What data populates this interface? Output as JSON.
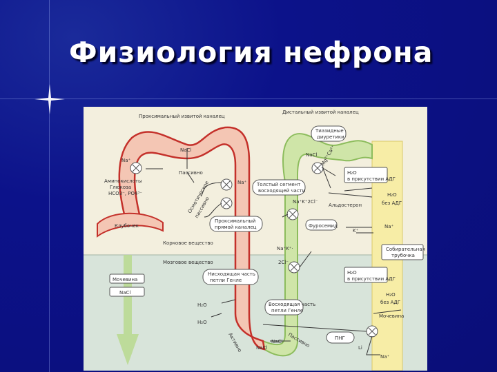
{
  "slide": {
    "title": "Физиология нефрона"
  },
  "diagram": {
    "regions": {
      "cortex": "Корковое вещество",
      "medulla": "Мозговое вещество"
    },
    "headers": {
      "proximal": "Проксимальный извитой каналец",
      "distal": "Дистальный извитой каналец"
    },
    "labels": {
      "glomerulus": "Клубочек",
      "na": "Na⁺",
      "na_right": "Na⁺",
      "aminoacids": "Аминокислоты",
      "glucose": "Глюкоза",
      "hco3": "HCO3⁻, PO4³⁻",
      "nacl_top": "NaCl",
      "passive": "Пассивно",
      "na_prox": "Na⁺",
      "osmotic": "Осмотическое",
      "osmotic2": "пассивно",
      "h2o_desc1": "H₂O",
      "h2o_desc2": "H₂O",
      "actively": "Активно",
      "passively": "Пассивно",
      "nacl_bottom": "NaCl",
      "nacl_loop": "NaCl",
      "na_k_2cl": "Na⁺K⁺2Cl⁻",
      "na_k_2cl_lower": "Na⁺K⁺·",
      "cl_lower": "2Cl⁻",
      "nacl_distal": "NaCl",
      "mg_ca": "Mg²⁺Ca²⁺",
      "aldosterone": "Альдостерон",
      "k": "K⁺",
      "na_duct": "Na⁺",
      "h2o_adh_top": "H₂O",
      "h2o_adh_top2": "в присутствии АДГ",
      "h2o_no_adh": "H₂O",
      "no_adh": "без АДГ",
      "h2o_adh_low": "H₂O",
      "h2o_adh_low2": "в присутствии АДГ",
      "h2o_no_adh_low": "H₂O",
      "no_adh_low": "без АДГ",
      "urea_duct": "Мочевина",
      "na_bottom": "Na⁺",
      "li": "Li"
    },
    "boxes": {
      "thiazides_1": "Тиазидные",
      "thiazides_2": "диуретики",
      "thick_1": "Толстый сегмент",
      "thick_2": "восходящей части",
      "straight_1": "Проксимальный",
      "straight_2": "прямой каналец",
      "furosemide": "Фуросемид",
      "collecting_1": "Собирательная",
      "collecting_2": "трубочка",
      "descending_1": "Нисходящая часть",
      "descending_2": "петли Генле",
      "ascending_1": "Восходящая часть",
      "ascending_2": "петли Генле",
      "urea": "Мочевина",
      "nacl_box": "NaCl",
      "png": "ПНГ"
    },
    "colors": {
      "proximal_fill": "#f4c6b4",
      "proximal_stroke": "#c4302a",
      "distal_fill": "#cfe5a8",
      "distal_stroke": "#8cbc5c",
      "duct_fill": "#f7eda6",
      "medulla_fill": "#d8e4da",
      "cortex_fill": "#f3efde"
    }
  }
}
